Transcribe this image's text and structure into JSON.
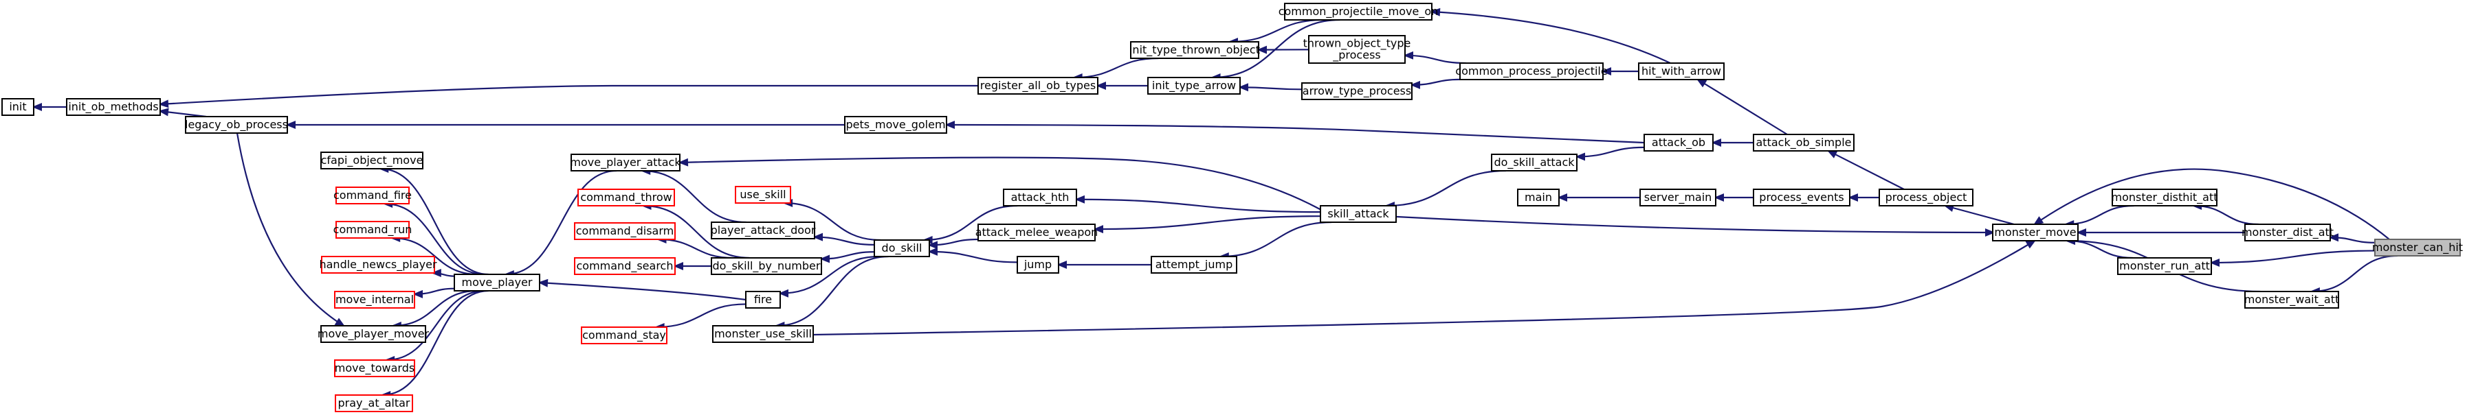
{
  "colors": {
    "edge": "#191970",
    "normal_border": "#000000",
    "warn_border": "#ff0000",
    "focus_fill": "#bfbfbf",
    "focus_border": "#666666"
  },
  "nodes": {
    "monster_can_hit": {
      "label": "monster_can_hit",
      "kind": "focus"
    },
    "monster_dist_att": {
      "label": "monster_dist_att",
      "kind": "normal"
    },
    "monster_run_att": {
      "label": "monster_run_att",
      "kind": "normal"
    },
    "monster_wait_att": {
      "label": "monster_wait_att",
      "kind": "normal"
    },
    "monster_disthit_att": {
      "label": "monster_disthit_att",
      "kind": "normal"
    },
    "monster_move": {
      "label": "monster_move",
      "kind": "normal"
    },
    "process_object": {
      "label": "process_object",
      "kind": "normal"
    },
    "process_events": {
      "label": "process_events",
      "kind": "normal"
    },
    "server_main": {
      "label": "server_main",
      "kind": "normal"
    },
    "main": {
      "label": "main",
      "kind": "normal"
    },
    "attack_ob_simple": {
      "label": "attack_ob_simple",
      "kind": "normal"
    },
    "attack_ob": {
      "label": "attack_ob",
      "kind": "normal"
    },
    "hit_with_arrow": {
      "label": "hit_with_arrow",
      "kind": "normal"
    },
    "common_process_projectile": {
      "label": "common_process_projectile",
      "kind": "normal"
    },
    "common_projectile_move_on": {
      "label": "common_projectile_move_on",
      "kind": "normal"
    },
    "thrown_object_type_process": {
      "label": "thrown_object_type\n_process",
      "kind": "normal"
    },
    "arrow_type_process": {
      "label": "arrow_type_process",
      "kind": "normal"
    },
    "init_type_thrown_object": {
      "label": "init_type_thrown_object",
      "kind": "normal"
    },
    "init_type_arrow": {
      "label": "init_type_arrow",
      "kind": "normal"
    },
    "register_all_ob_types": {
      "label": "register_all_ob_types",
      "kind": "normal"
    },
    "init_ob_methods": {
      "label": "init_ob_methods",
      "kind": "normal"
    },
    "init": {
      "label": "init",
      "kind": "normal"
    },
    "legacy_ob_process": {
      "label": "legacy_ob_process",
      "kind": "normal"
    },
    "pets_move_golem": {
      "label": "pets_move_golem",
      "kind": "normal"
    },
    "do_skill_attack": {
      "label": "do_skill_attack",
      "kind": "normal"
    },
    "skill_attack": {
      "label": "skill_attack",
      "kind": "normal"
    },
    "move_player_attack": {
      "label": "move_player_attack",
      "kind": "normal"
    },
    "attack_hth": {
      "label": "attack_hth",
      "kind": "normal"
    },
    "attack_melee_weapon": {
      "label": "attack_melee_weapon",
      "kind": "normal"
    },
    "attempt_jump": {
      "label": "attempt_jump",
      "kind": "normal"
    },
    "jump": {
      "label": "jump",
      "kind": "normal"
    },
    "do_skill": {
      "label": "do_skill",
      "kind": "normal"
    },
    "use_skill": {
      "label": "use_skill",
      "kind": "warn"
    },
    "player_attack_door": {
      "label": "player_attack_door",
      "kind": "normal"
    },
    "do_skill_by_number": {
      "label": "do_skill_by_number",
      "kind": "normal"
    },
    "fire": {
      "label": "fire",
      "kind": "normal"
    },
    "monster_use_skill": {
      "label": "monster_use_skill",
      "kind": "normal"
    },
    "command_throw": {
      "label": "command_throw",
      "kind": "warn"
    },
    "command_disarm": {
      "label": "command_disarm",
      "kind": "warn"
    },
    "command_search": {
      "label": "command_search",
      "kind": "warn"
    },
    "command_stay": {
      "label": "command_stay",
      "kind": "warn"
    },
    "move_player": {
      "label": "move_player",
      "kind": "normal"
    },
    "cfapi_object_move": {
      "label": "cfapi_object_move",
      "kind": "normal"
    },
    "command_fire": {
      "label": "command_fire",
      "kind": "warn"
    },
    "command_run": {
      "label": "command_run",
      "kind": "warn"
    },
    "handle_newcs_player": {
      "label": "handle_newcs_player",
      "kind": "warn"
    },
    "move_internal": {
      "label": "move_internal",
      "kind": "warn"
    },
    "move_player_mover": {
      "label": "move_player_mover",
      "kind": "normal"
    },
    "move_towards": {
      "label": "move_towards",
      "kind": "warn"
    },
    "pray_at_altar": {
      "label": "pray_at_altar",
      "kind": "warn"
    }
  },
  "edges": [
    [
      "monster_dist_att",
      "monster_can_hit"
    ],
    [
      "monster_run_att",
      "monster_can_hit"
    ],
    [
      "monster_wait_att",
      "monster_can_hit"
    ],
    [
      "monster_move",
      "monster_can_hit"
    ],
    [
      "monster_disthit_att",
      "monster_dist_att"
    ],
    [
      "monster_move",
      "monster_dist_att"
    ],
    [
      "monster_move",
      "monster_disthit_att"
    ],
    [
      "monster_move",
      "monster_run_att"
    ],
    [
      "monster_move",
      "monster_wait_att"
    ],
    [
      "process_object",
      "monster_move"
    ],
    [
      "process_events",
      "process_object"
    ],
    [
      "attack_ob_simple",
      "process_object"
    ],
    [
      "server_main",
      "process_events"
    ],
    [
      "main",
      "server_main"
    ],
    [
      "attack_ob",
      "attack_ob_simple"
    ],
    [
      "hit_with_arrow",
      "attack_ob_simple"
    ],
    [
      "do_skill_attack",
      "attack_ob"
    ],
    [
      "pets_move_golem",
      "attack_ob"
    ],
    [
      "common_process_projectile",
      "hit_with_arrow"
    ],
    [
      "common_projectile_move_on",
      "hit_with_arrow"
    ],
    [
      "thrown_object_type_process",
      "common_process_projectile"
    ],
    [
      "arrow_type_process",
      "common_process_projectile"
    ],
    [
      "init_type_thrown_object",
      "common_projectile_move_on"
    ],
    [
      "init_type_arrow",
      "common_projectile_move_on"
    ],
    [
      "init_type_thrown_object",
      "thrown_object_type_process"
    ],
    [
      "init_type_arrow",
      "arrow_type_process"
    ],
    [
      "register_all_ob_types",
      "init_type_thrown_object"
    ],
    [
      "register_all_ob_types",
      "init_type_arrow"
    ],
    [
      "init_ob_methods",
      "register_all_ob_types"
    ],
    [
      "init",
      "init_ob_methods"
    ],
    [
      "legacy_ob_process",
      "pets_move_golem"
    ],
    [
      "init_ob_methods",
      "legacy_ob_process"
    ],
    [
      "move_player_mover",
      "legacy_ob_process"
    ],
    [
      "skill_attack",
      "do_skill_attack"
    ],
    [
      "monster_move",
      "skill_attack"
    ],
    [
      "move_player_attack",
      "skill_attack"
    ],
    [
      "attack_hth",
      "skill_attack"
    ],
    [
      "attack_melee_weapon",
      "skill_attack"
    ],
    [
      "attempt_jump",
      "skill_attack"
    ],
    [
      "jump",
      "attempt_jump"
    ],
    [
      "do_skill",
      "jump"
    ],
    [
      "do_skill",
      "attack_hth"
    ],
    [
      "do_skill",
      "attack_melee_weapon"
    ],
    [
      "use_skill",
      "do_skill"
    ],
    [
      "player_attack_door",
      "do_skill"
    ],
    [
      "do_skill_by_number",
      "do_skill"
    ],
    [
      "fire",
      "do_skill"
    ],
    [
      "monster_use_skill",
      "do_skill"
    ],
    [
      "monster_move",
      "monster_use_skill"
    ],
    [
      "move_player_attack",
      "player_attack_door"
    ],
    [
      "command_throw",
      "do_skill_by_number"
    ],
    [
      "command_disarm",
      "do_skill_by_number"
    ],
    [
      "command_search",
      "do_skill_by_number"
    ],
    [
      "move_player",
      "fire"
    ],
    [
      "command_stay",
      "fire"
    ],
    [
      "move_player",
      "move_player_attack"
    ],
    [
      "cfapi_object_move",
      "move_player"
    ],
    [
      "command_fire",
      "move_player"
    ],
    [
      "command_run",
      "move_player"
    ],
    [
      "handle_newcs_player",
      "move_player"
    ],
    [
      "move_internal",
      "move_player"
    ],
    [
      "move_player_mover",
      "move_player"
    ],
    [
      "move_towards",
      "move_player"
    ],
    [
      "pray_at_altar",
      "move_player"
    ]
  ]
}
